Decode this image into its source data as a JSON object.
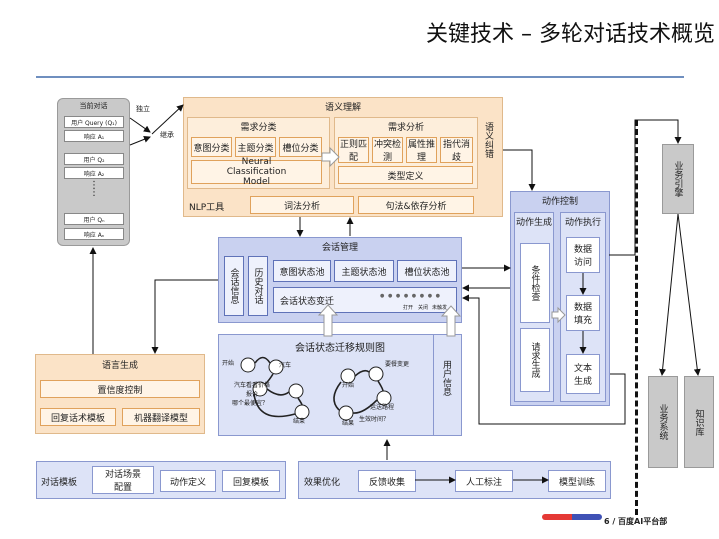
{
  "title": "关键技术 – 多轮对话技术概览",
  "current_dialog": {
    "title": "当前对话",
    "independent": "独立",
    "inherit": "继承",
    "items": [
      "用户 Query (Q₁)",
      "响应 A₁",
      "用户 Q₂",
      "响应 A₂",
      "用户 Qₙ",
      "响应 Aₙ"
    ]
  },
  "semantic": {
    "title": "语义理解",
    "demand_classify": {
      "title": "需求分类",
      "boxes": [
        "意图分类",
        "主题分类",
        "槽位分类"
      ],
      "model": "Neural Classification Model"
    },
    "demand_analysis": {
      "title": "需求分析",
      "boxes": [
        "正则匹配",
        "冲突检测",
        "属性推理",
        "指代消歧"
      ],
      "type_def": "类型定义"
    },
    "nlp_tools": "NLP工具",
    "lexical": "词法分析",
    "syntax": "句法&依存分析",
    "semantic_correction": "语义纠错"
  },
  "session": {
    "title": "会话管理",
    "info": "会话信息",
    "history": "历史对话",
    "pools": [
      "意图状态池",
      "主题状态池",
      "槽位状态池"
    ],
    "transition": "会话状态变迁",
    "mini_labels": [
      "打开",
      "关闭",
      "未触发"
    ]
  },
  "state_graph": {
    "title": "会话状态迁移规则图",
    "user_info": "用户信息",
    "nodes": [
      "开始",
      "汽车",
      "汽车看看价格",
      "报价",
      "哪个最便宜？",
      "结束",
      "开始",
      "要餐变更",
      "结果",
      "运送路程",
      "生效时间？"
    ]
  },
  "language_gen": {
    "title": "语言生成",
    "confidence": "置信度控制",
    "reply_template": "回复话术模板",
    "mt_model": "机器翻译模型"
  },
  "action_control": {
    "title": "动作控制",
    "gen_title": "动作生成",
    "exec_title": "动作执行",
    "condition": "条件检查",
    "request_gen": "请求生成",
    "data_access": "数据访问",
    "data_fill": "数据填充",
    "text_gen": "文本生成"
  },
  "bottom_left": {
    "title": "对话模板",
    "boxes": [
      "对话场景配置",
      "动作定义",
      "回复模板"
    ]
  },
  "bottom_right": {
    "title": "效果优化",
    "boxes": [
      "反馈收集",
      "人工标注",
      "模型训练"
    ]
  },
  "right_side": {
    "engine": "业务引擎",
    "business": "业务系统",
    "knowledge": "知识库"
  },
  "footer": "6 / 百度AI平台部",
  "colors": {
    "orange": "#fbe3c7",
    "blue": "#c9d1f0",
    "grey": "#c9c9c9",
    "accent_red": "#e53935",
    "accent_blue": "#3f51b5"
  }
}
